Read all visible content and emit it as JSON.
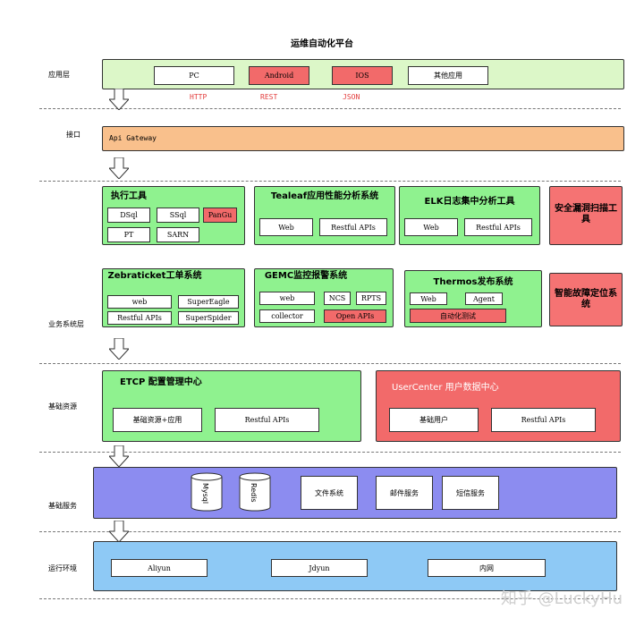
{
  "title": "运维自动化平台",
  "layers": {
    "app": "应用层",
    "interface": "接口",
    "business": "业务系统层",
    "resource": "基础资源",
    "service": "基础服务",
    "env": "运行环境"
  },
  "app_layer": {
    "items": [
      "PC",
      "Android",
      "IOS",
      "其他应用"
    ],
    "protocols": [
      "HTTP",
      "REST",
      "JSON"
    ]
  },
  "interface_layer": {
    "label": "Api Gateway"
  },
  "business": {
    "exec_tools": {
      "title": "执行工具",
      "items": [
        "DSql",
        "SSql",
        "PanGu",
        "PT",
        "SARN"
      ]
    },
    "tealeaf": {
      "title": "Tealeaf应用性能分析系统",
      "items": [
        "Web",
        "Restful APIs"
      ]
    },
    "elk": {
      "title": "ELK日志集中分析工具",
      "items": [
        "Web",
        "Restful APIs"
      ]
    },
    "security": {
      "title": "安全漏洞扫描工具"
    },
    "zebra": {
      "title": "Zebraticket工单系统",
      "items": [
        "web",
        "SuperEagle",
        "Restful APIs",
        "SuperSpider"
      ]
    },
    "gemc": {
      "title": "GEMC监控报警系统",
      "items": [
        "web",
        "NCS",
        "RPTS",
        "collector",
        "Open APIs"
      ]
    },
    "thermos": {
      "title": "Thermos发布系统",
      "items": [
        "Web",
        "Agent",
        "自动化测试"
      ]
    },
    "fault": {
      "title": "智能故障定位系统"
    }
  },
  "resource": {
    "etcp": {
      "title": "ETCP 配置管理中心",
      "items": [
        "基础资源+应用",
        "Restful APIs"
      ]
    },
    "usercenter": {
      "title": "UserCenter 用户数据中心",
      "items": [
        "基础用户",
        "Restful APIs"
      ]
    }
  },
  "services": {
    "mysql": "Mysql",
    "redis": "Redis",
    "items": [
      "文件系统",
      "邮件服务",
      "短信服务"
    ]
  },
  "env": {
    "items": [
      "Aliyun",
      "Jdyun",
      "内网"
    ]
  },
  "watermark": "知乎 @LuckyHu",
  "colors": {
    "green": "#8ff28f",
    "red": "#f26a6a",
    "orange": "#f9c08c",
    "purple": "#8c8cf0",
    "blue": "#8ec9f5"
  }
}
